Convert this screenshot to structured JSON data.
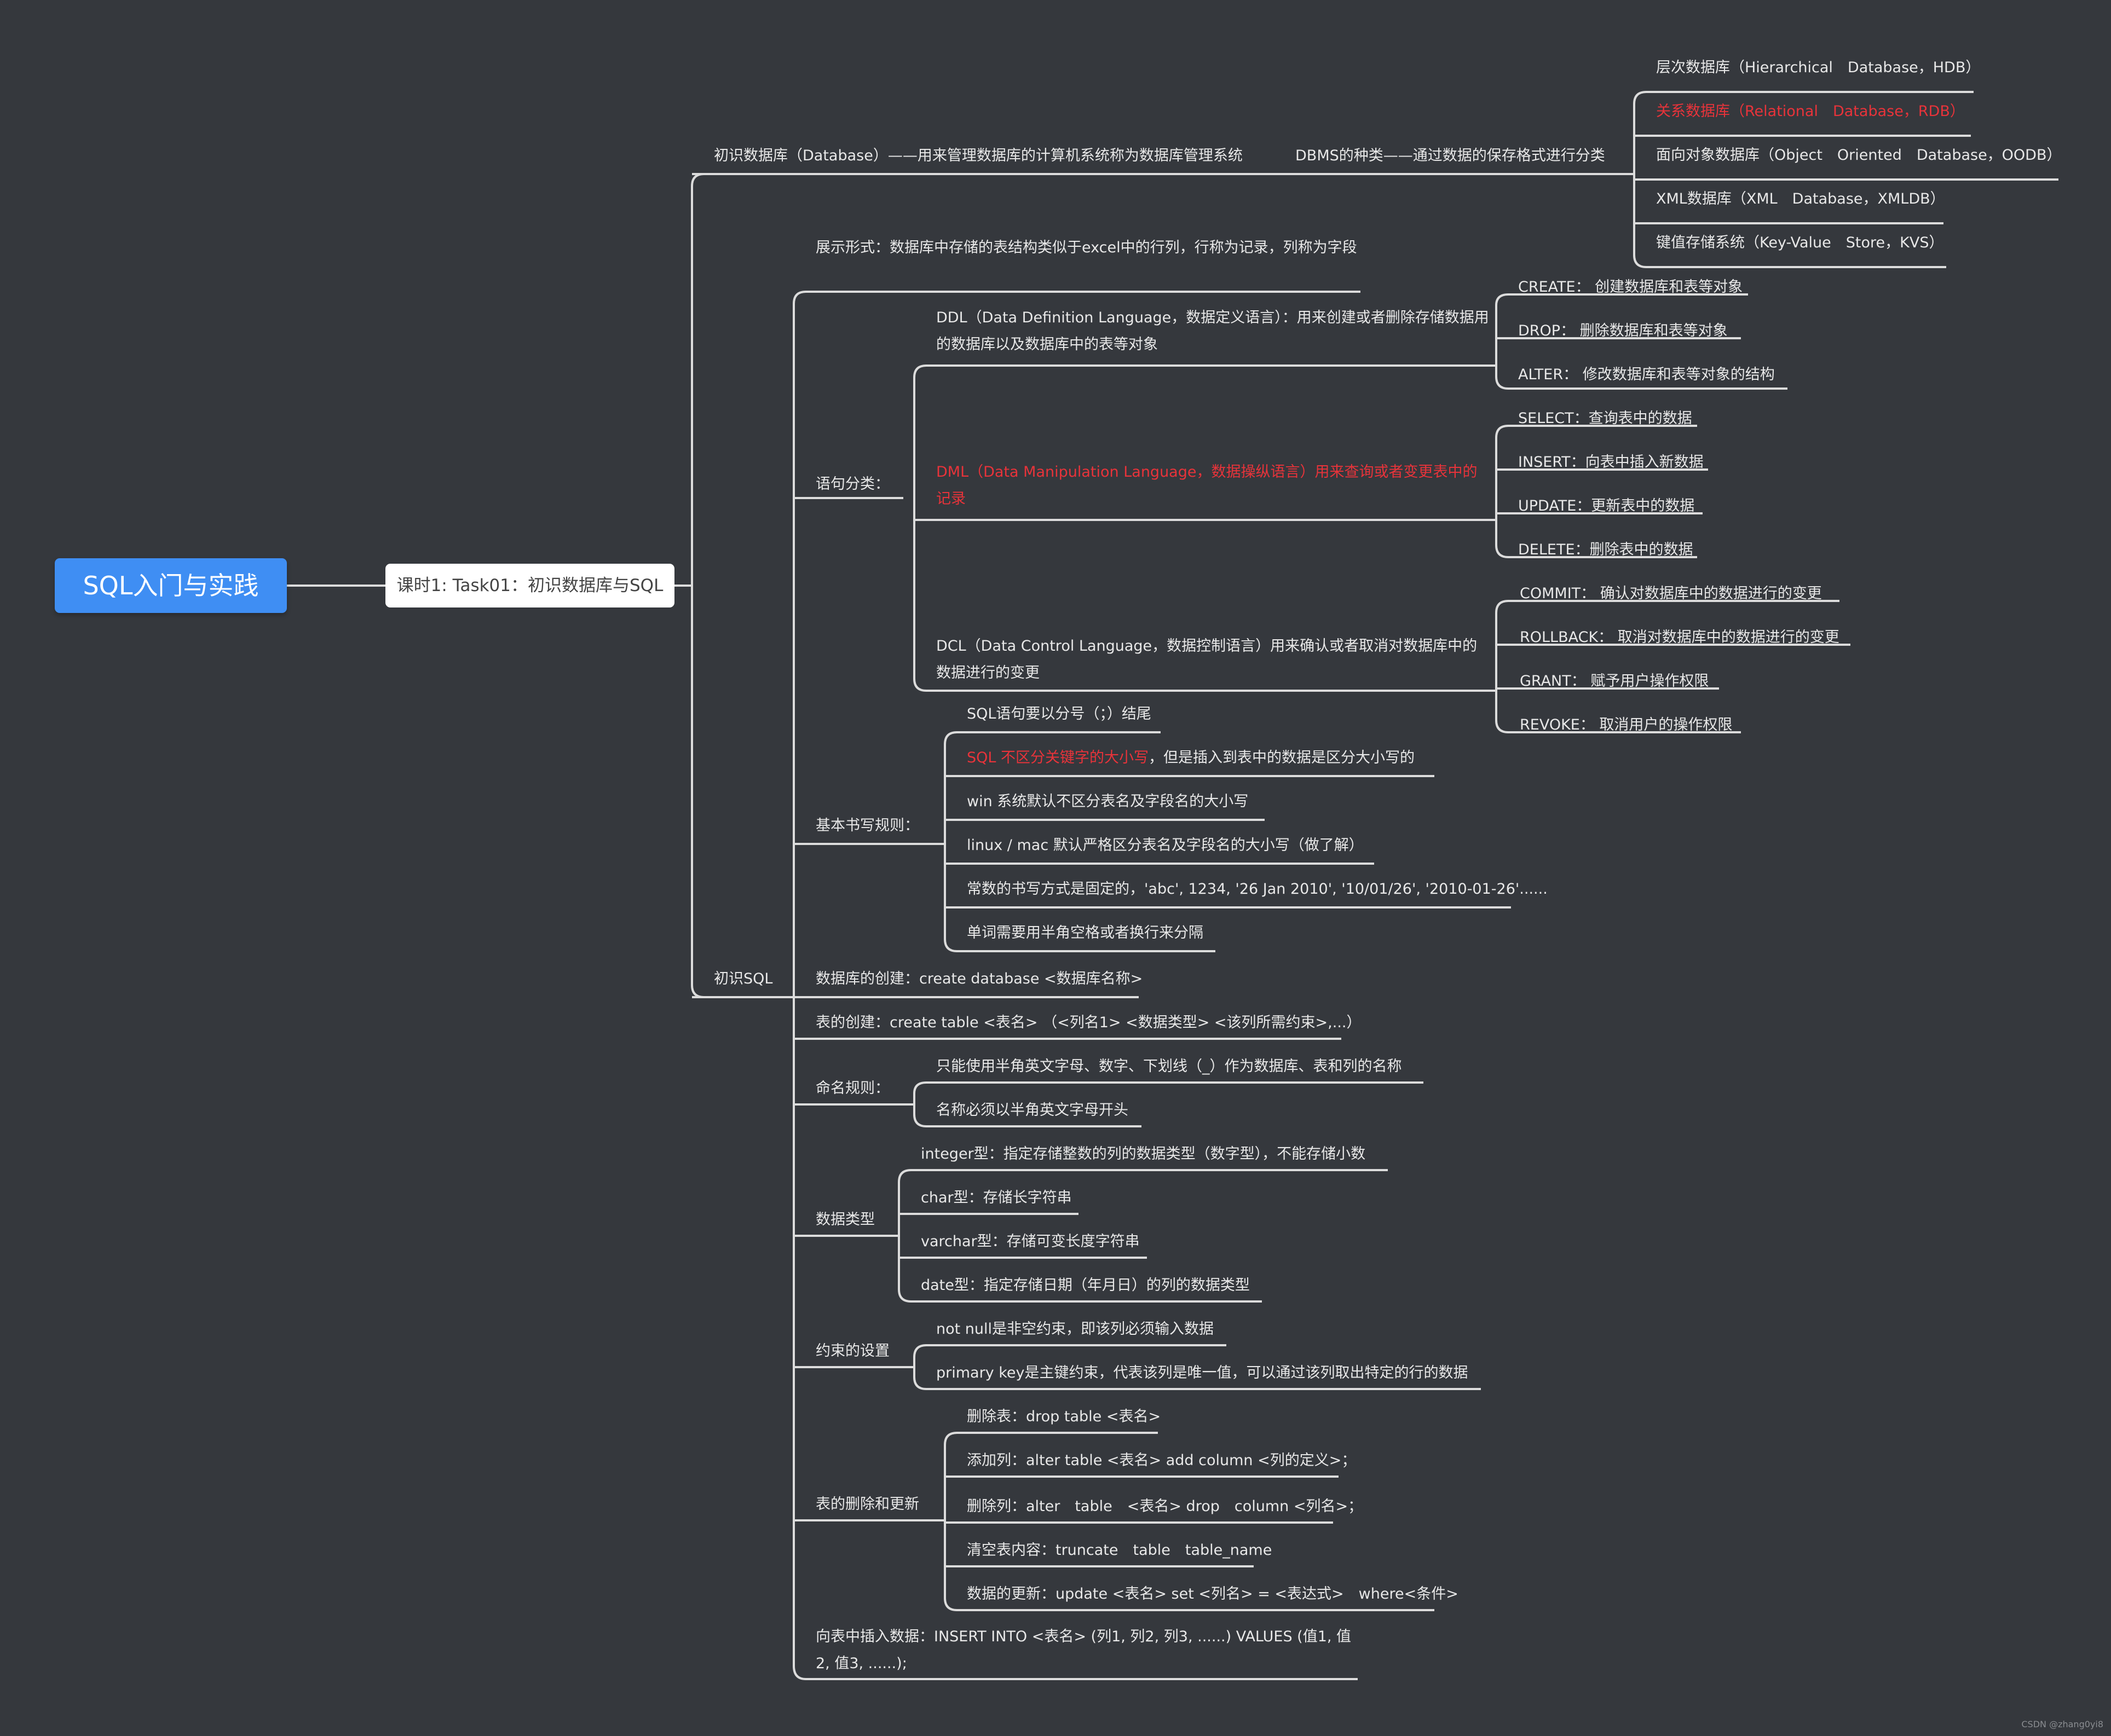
{
  "root": "SQL入门与实践",
  "lesson": "课时1: Task01：初识数据库与SQL",
  "db": {
    "title": "初识数据库（Database）——用来管理数据库的计算机系统称为数据库管理系统",
    "dbms": "DBMS的种类——通过数据的保存格式进行分类",
    "types": [
      "层次数据库（Hierarchical　Database，HDB）",
      "关系数据库（Relational　Database，RDB）",
      "面向对象数据库（Object　Oriented　Database，OODB）",
      "XML数据库（XML　Database，XMLDB）",
      "键值存储系统（Key-Value　Store，KVS）"
    ]
  },
  "sql": {
    "title": "初识SQL",
    "display": "展示形式：数据库中存储的表结构类似于excel中的行列，行称为记录，列称为字段",
    "stmt": {
      "title": "语句分类：",
      "ddl": "DDL（Data Definition Language，数据定义语言）：用来创建或者删除存储数据用的数据库以及数据库中的表等对象",
      "dml": "DML（Data Manipulation Language，数据操纵语言）用来查询或者变更表中的记录",
      "dcl": "DCL（Data Control Language，数据控制语言）用来确认或者取消对数据库中的数据进行的变更",
      "ddl_items": [
        "CREATE： 创建数据库和表等对象",
        "DROP： 删除数据库和表等对象",
        "ALTER： 修改数据库和表等对象的结构"
      ],
      "dml_items": [
        "SELECT：查询表中的数据",
        "INSERT：向表中插入新数据",
        "UPDATE：更新表中的数据",
        "DELETE：删除表中的数据"
      ],
      "dcl_items": [
        "COMMIT： 确认对数据库中的数据进行的变更",
        "ROLLBACK： 取消对数据库中的数据进行的变更",
        "GRANT： 赋予用户操作权限",
        "REVOKE： 取消用户的操作权限"
      ]
    },
    "rules": {
      "title": "基本书写规则：",
      "items": [
        "SQL语句要以分号（；）结尾",
        "SQL 不区分关键字的大小写",
        "win 系统默认不区分表名及字段名的大小写",
        "linux / mac 默认严格区分表名及字段名的大小写（做了解）",
        "常数的书写方式是固定的，'abc', 1234, '26 Jan 2010', '10/01/26', '2010-01-26'......",
        "单词需要用半角空格或者换行来分隔"
      ],
      "item2_suffix": "，但是插入到表中的数据是区分大小写的"
    },
    "create_db": "数据库的创建：create database <数据库名称>",
    "create_table": "表的创建：create table <表名> （<列名1> <数据类型> <该列所需约束>,...）",
    "naming": {
      "title": "命名规则：",
      "items": [
        "只能使用半角英文字母、数字、下划线（_）作为数据库、表和列的名称",
        "名称必须以半角英文字母开头"
      ]
    },
    "types": {
      "title": "数据类型",
      "items": [
        "integer型：指定存储整数的列的数据类型（数字型），不能存储小数",
        "char型：存储长字符串",
        "varchar型：存储可变长度字符串",
        "date型：指定存储日期（年月日）的列的数据类型"
      ]
    },
    "constraints": {
      "title": "约束的设置",
      "items": [
        "not null是非空约束，即该列必须输入数据",
        "primary key是主键约束，代表该列是唯一值，可以通过该列取出特定的行的数据"
      ]
    },
    "modify": {
      "title": "表的删除和更新",
      "items": [
        "删除表：drop table <表名>",
        "添加列：alter table <表名> add column <列的定义>；",
        "删除列：alter　table　<表名> drop　column <列名>；",
        "清空表内容：truncate　table　table_name",
        "数据的更新：update <表名> set <列名> = <表达式>　where<条件>"
      ]
    },
    "insert": "向表中插入数据：INSERT INTO <表名> (列1, 列2, 列3, ......) VALUES (值1, 值2, 值3, ......);"
  },
  "watermark": "CSDN @zhang0yi8"
}
